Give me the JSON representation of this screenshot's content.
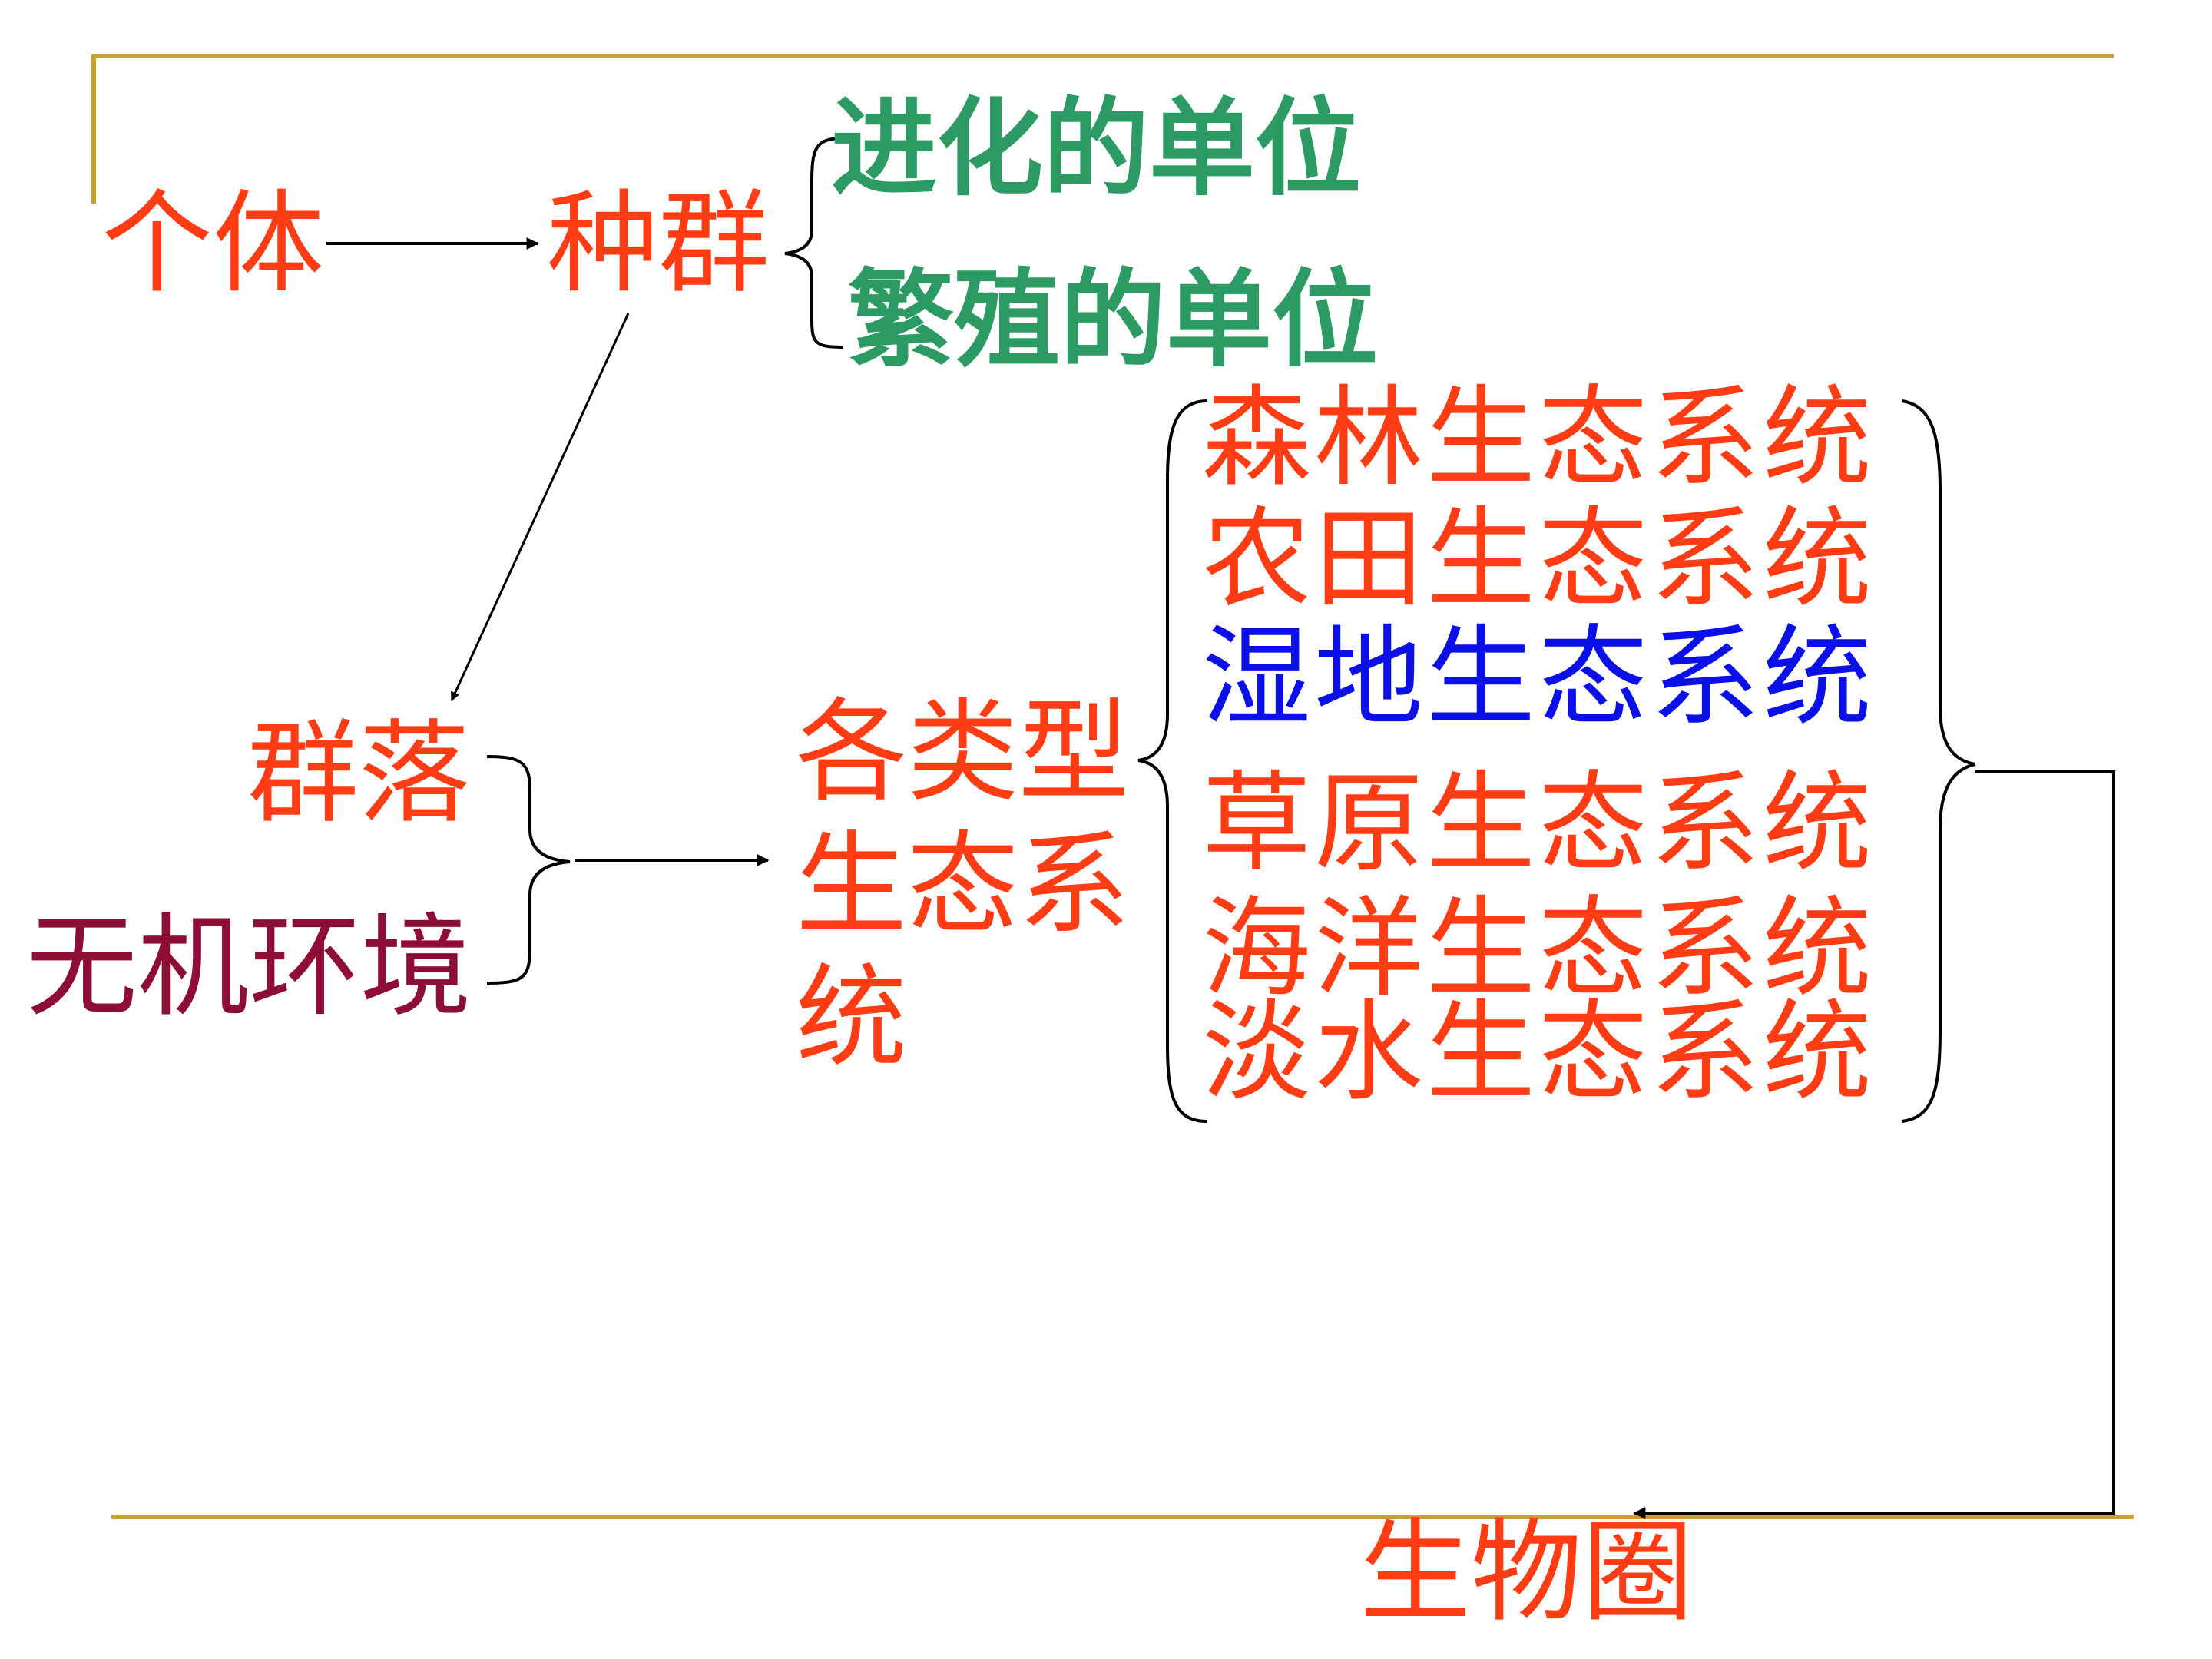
{
  "nodes": {
    "individual": "个体",
    "population": "种群",
    "evolution_unit": "进化的单位",
    "reproduction_unit": "繁殖的单位",
    "community": "群落",
    "abiotic_environment": "无机环境",
    "ecosystem_types_line1": "各类型",
    "ecosystem_types_line2": "生态系",
    "ecosystem_types_line3": "统",
    "biosphere": "生物圈"
  },
  "ecosystems": [
    "森林生态系统",
    "农田生态系统",
    "湿地生态系统",
    "草原生态系统",
    "海洋生态系统",
    "淡水生态系统"
  ],
  "colors": {
    "primary_text": "#ff3c13",
    "unit_text": "#2b9a63",
    "wetland_text": "#0a10e6",
    "abiotic_text": "#8e0d35",
    "frame_line": "#c8a520",
    "connector": "#000000"
  }
}
